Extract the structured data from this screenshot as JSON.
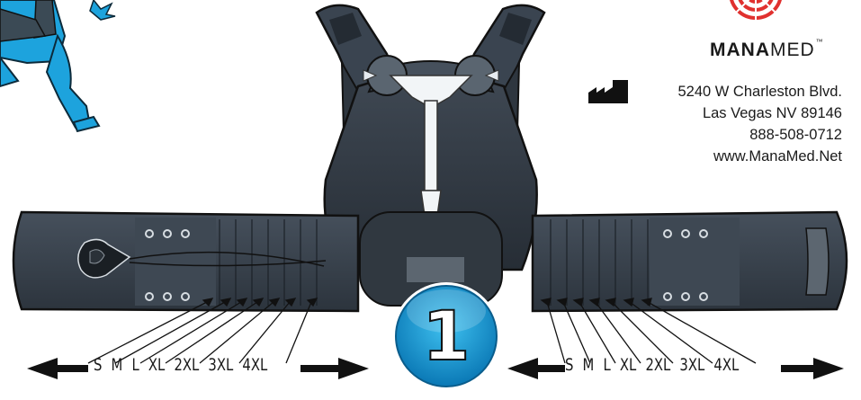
{
  "brand": {
    "name_bold": "MANA",
    "name_light": "MED",
    "trademark": "™"
  },
  "address": {
    "street": "5240 W Charleston Blvd.",
    "city": "Las Vegas  NV 89146",
    "phone": "888-508-0712",
    "website": "www.ManaMed.Net"
  },
  "sizes": [
    "S",
    "M",
    "L",
    "XL",
    "2XL",
    "3XL",
    "4XL"
  ],
  "step_number": "1",
  "icons": {
    "manufacturer": "factory-icon",
    "logo": "target-logo-icon",
    "runner": "runner-figure-icon"
  },
  "colors": {
    "brace": "#3a4450",
    "brace_dark": "#242b33",
    "badge": "#1aa0da",
    "runner": "#1da3dd",
    "logo": "#e0312f",
    "text": "#1a1a1a"
  }
}
